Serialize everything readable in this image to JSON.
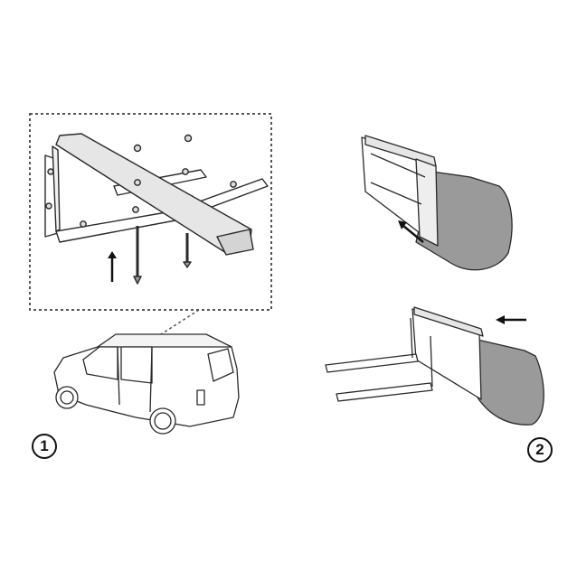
{
  "diagram": {
    "kind": "roof rack awning bracket installation instructions",
    "steps": [
      {
        "label": "1",
        "description": "Mount bracket to roof rail of SUV; detail inset shows bracket with bolts inserted from below (arrow up)"
      },
      {
        "label": "2",
        "description": "Slide awning case onto mounting bracket (arrow indicates direction)"
      }
    ],
    "callout": {
      "type": "dashed-box",
      "connects_to": "car-roof"
    },
    "colors": {
      "line": "#2a2a2a",
      "fill_light": "#e6e6e6",
      "fill_awning": "#9a9a9a",
      "dash": "#555555",
      "background": "#ffffff"
    }
  }
}
